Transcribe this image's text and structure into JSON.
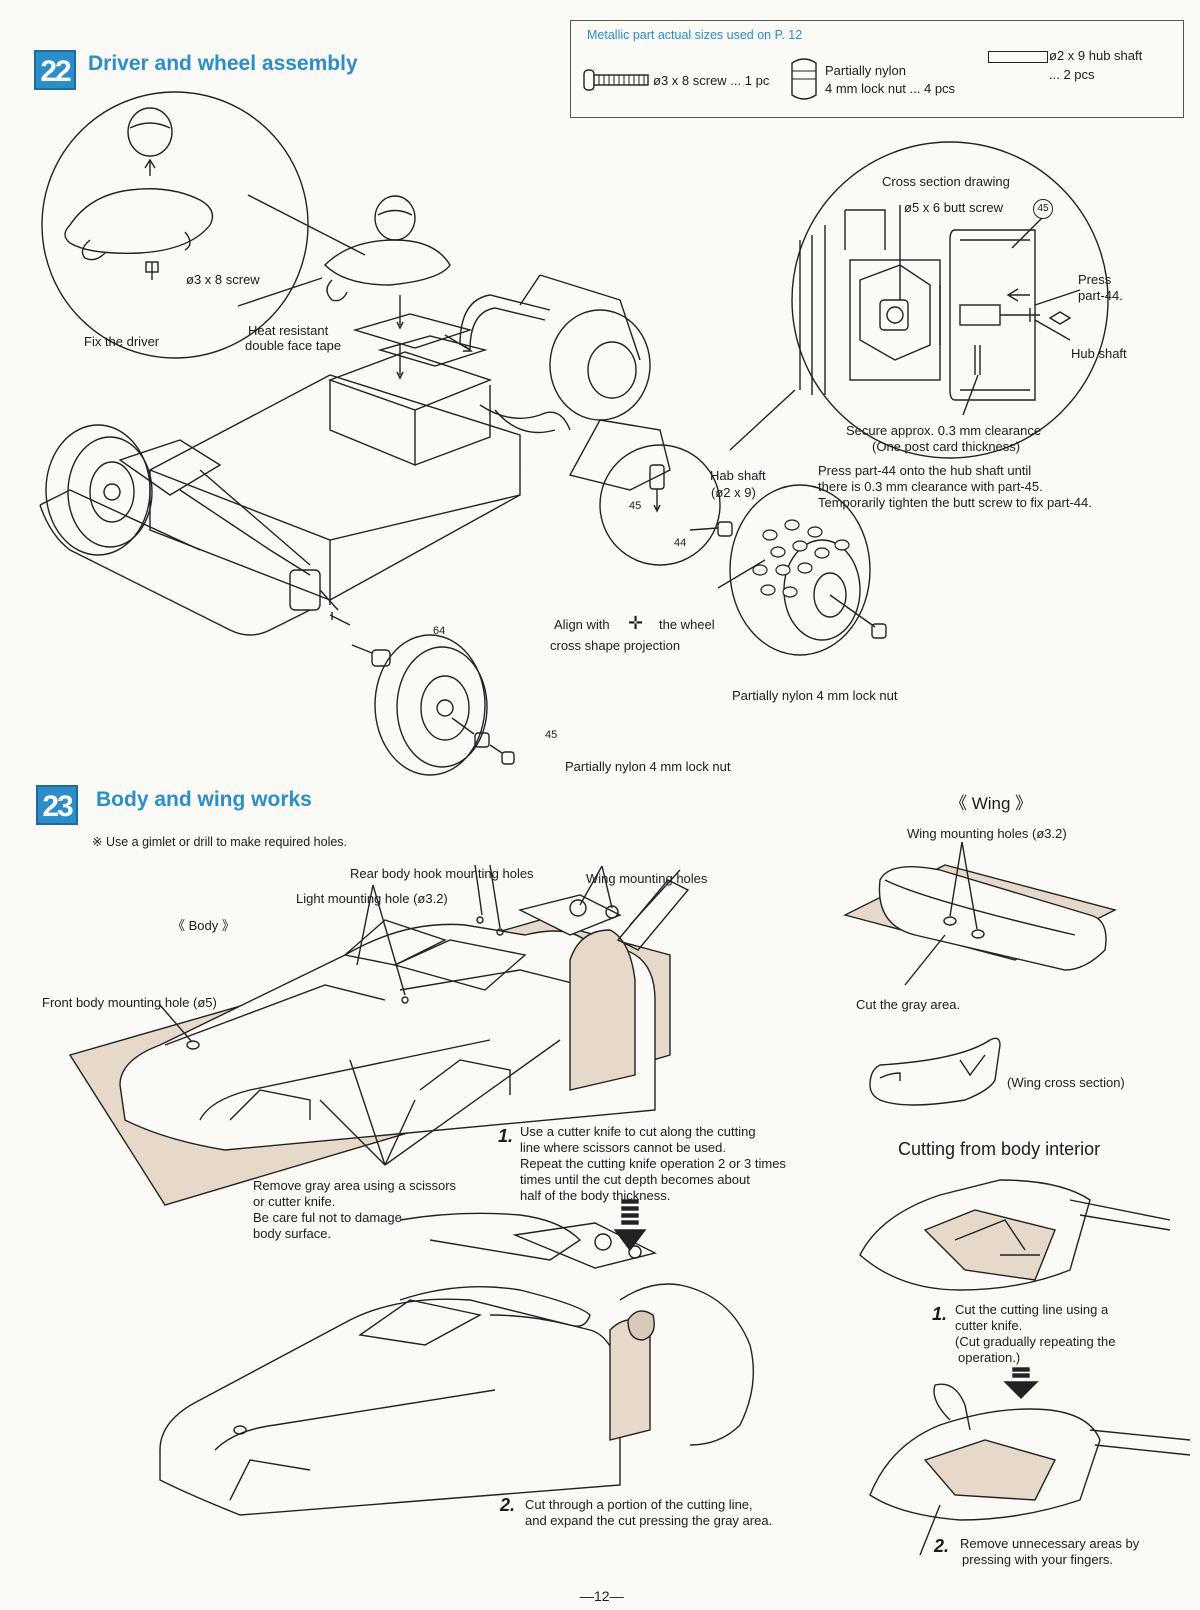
{
  "section22": {
    "number": "22",
    "title": "Driver and wheel assembly",
    "parts_box": {
      "title": "Metallic part actual sizes used on P. 12",
      "screw": "ø3 x 8 screw ... 1 pc",
      "nut_line1": "Partially nylon",
      "nut_line2": "4 mm lock nut ... 4 pcs",
      "shaft_line1": "ø2 x 9 hub shaft",
      "shaft_line2": "... 2 pcs"
    },
    "labels": {
      "screw": "ø3 x 8 screw",
      "fix_driver": "Fix the driver",
      "tape_line1": "Heat resistant",
      "tape_line2": "double face tape",
      "hab_shaft_line1": "Hab shaft",
      "hab_shaft_line2": "(ø2 x 9)",
      "align_line1": "Align with",
      "align_line1b": "the wheel",
      "align_line2": "cross shape projection",
      "lock_nut_rear": "Partially nylon 4 mm lock nut",
      "lock_nut_front": "Partially nylon 4 mm lock nut",
      "part45a": "45",
      "part44": "44",
      "part64": "64",
      "part45b": "45"
    },
    "cross_section": {
      "title": "Cross section drawing",
      "butt_screw": "ø5 x 6 butt screw",
      "part45": "45",
      "press_line1": "Press",
      "press_line2": "part-44.",
      "hub_shaft": "Hub shaft",
      "clearance_line1": "Secure approx. 0.3 mm clearance",
      "clearance_line2": "(One post card thickness)"
    },
    "instruction": [
      "Press part-44 onto the hub shaft until",
      "there is 0.3 mm clearance with part-45.",
      "Temporarily tighten the butt screw to fix part-44."
    ]
  },
  "section23": {
    "number": "23",
    "title": "Body and wing works",
    "note": "※ Use a gimlet or drill to make required holes.",
    "body": {
      "header": "《 Body 》",
      "rear_hook": "Rear body hook mounting holes",
      "wing_holes": "Wing mounting holes",
      "light_hole": "Light mounting hole (ø3.2)",
      "front_hole": "Front body mounting hole (ø5)",
      "remove_gray": [
        "Remove gray area using a scissors",
        "or cutter knife.",
        "Be care ful not to damage",
        "body surface."
      ],
      "step1_num": "1.",
      "step1": [
        "Use a cutter knife to cut along the cutting",
        "line where scissors cannot be used.",
        "Repeat the cutting knife operation 2 or 3 times",
        "times until the cut depth becomes about",
        "half of the body thickness."
      ],
      "step2_num": "2.",
      "step2": [
        "Cut through a portion of the cutting line,",
        "and expand the cut pressing the gray area."
      ]
    },
    "wing": {
      "header": "《 Wing 》",
      "holes": "Wing mounting holes (ø3.2)",
      "cut_gray": "Cut the gray area.",
      "cross_section": "(Wing cross section)"
    },
    "interior": {
      "title": "Cutting from body interior",
      "step1_num": "1.",
      "step1": [
        "Cut the cutting line using a",
        "cutter knife.",
        "(Cut gradually repeating the",
        "operation.)"
      ],
      "step2_num": "2.",
      "step2": [
        "Remove unnecessary areas by",
        "pressing   with your fingers."
      ]
    }
  },
  "page_number": "—12—",
  "colors": {
    "accent": "#2b8ec9",
    "gray_area": "#d8c9b8",
    "ink": "#1c1c1c"
  }
}
